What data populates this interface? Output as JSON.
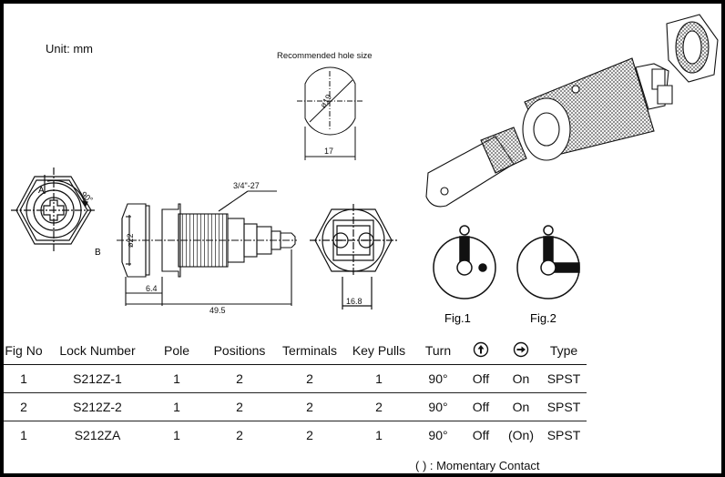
{
  "labels": {
    "unit": "Unit: mm",
    "recommended_hole": "Recommended hole size",
    "fig1": "Fig.1",
    "fig2": "Fig.2",
    "dim_a": "A",
    "dim_b": "B",
    "dim_90": "90°",
    "dim_thread": "3/4\"-27",
    "dim_22": "ø22",
    "dim_64": "6.4",
    "dim_495": "49.5",
    "dim_168": "16.8",
    "dim_19": "ø19",
    "dim_17": "17"
  },
  "table": {
    "headers": {
      "fig_no": "Fig No",
      "lock_number": "Lock Number",
      "pole": "Pole",
      "positions": "Positions",
      "terminals": "Terminals",
      "key_pulls": "Key Pulls",
      "turn": "Turn",
      "type": "Type"
    },
    "header_icons": [
      "arrow-up-circle-icon",
      "arrow-right-circle-icon"
    ],
    "rows": [
      {
        "fig": "1",
        "lock": "S212Z-1",
        "pole": "1",
        "positions": "2",
        "terminals": "2",
        "pulls": "1",
        "turn": "90°",
        "up": "Off",
        "right": "On",
        "type": "SPST"
      },
      {
        "fig": "2",
        "lock": "S212Z-2",
        "pole": "1",
        "positions": "2",
        "terminals": "2",
        "pulls": "2",
        "turn": "90°",
        "up": "Off",
        "right": "On",
        "type": "SPST"
      },
      {
        "fig": "1",
        "lock": "S212ZA",
        "pole": "1",
        "positions": "2",
        "terminals": "2",
        "pulls": "1",
        "turn": "90°",
        "up": "Off",
        "right": "(On)",
        "type": "SPST"
      }
    ]
  },
  "note": "(   ) : Momentary Contact"
}
